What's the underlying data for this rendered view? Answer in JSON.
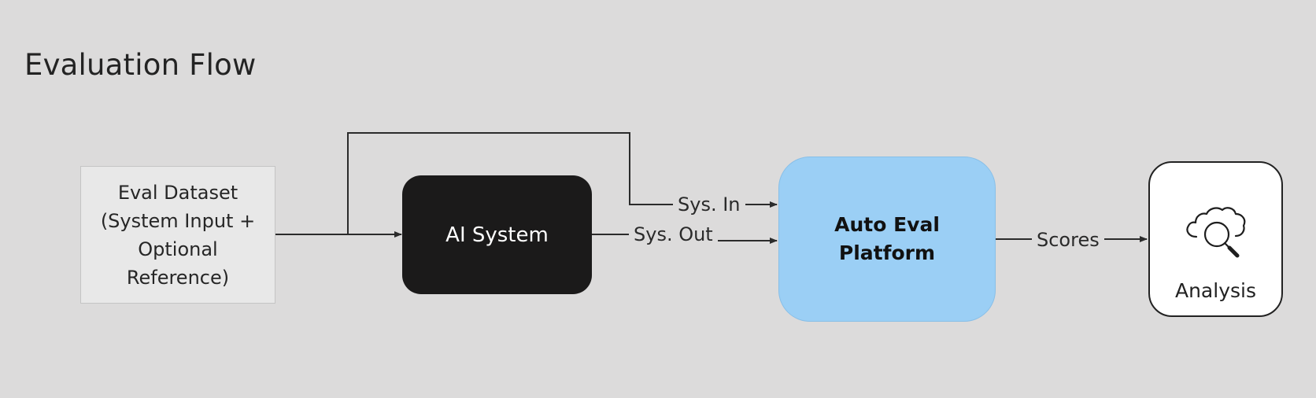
{
  "title": "Evaluation Flow",
  "nodes": {
    "dataset": "Eval Dataset\n(System Input +\nOptional\nReference)",
    "ai_system": "AI System",
    "platform": "Auto Eval\nPlatform",
    "analysis": "Analysis"
  },
  "edges": {
    "sys_in": "Sys. In",
    "sys_out": "Sys. Out",
    "scores": "Scores"
  },
  "icons": {
    "analysis_icon": "cloud-search-icon"
  },
  "colors": {
    "background": "#dcdbdb",
    "ai_system_fill": "#1b1a1a",
    "platform_fill": "#9bcff5",
    "line": "#2b2b2b"
  }
}
